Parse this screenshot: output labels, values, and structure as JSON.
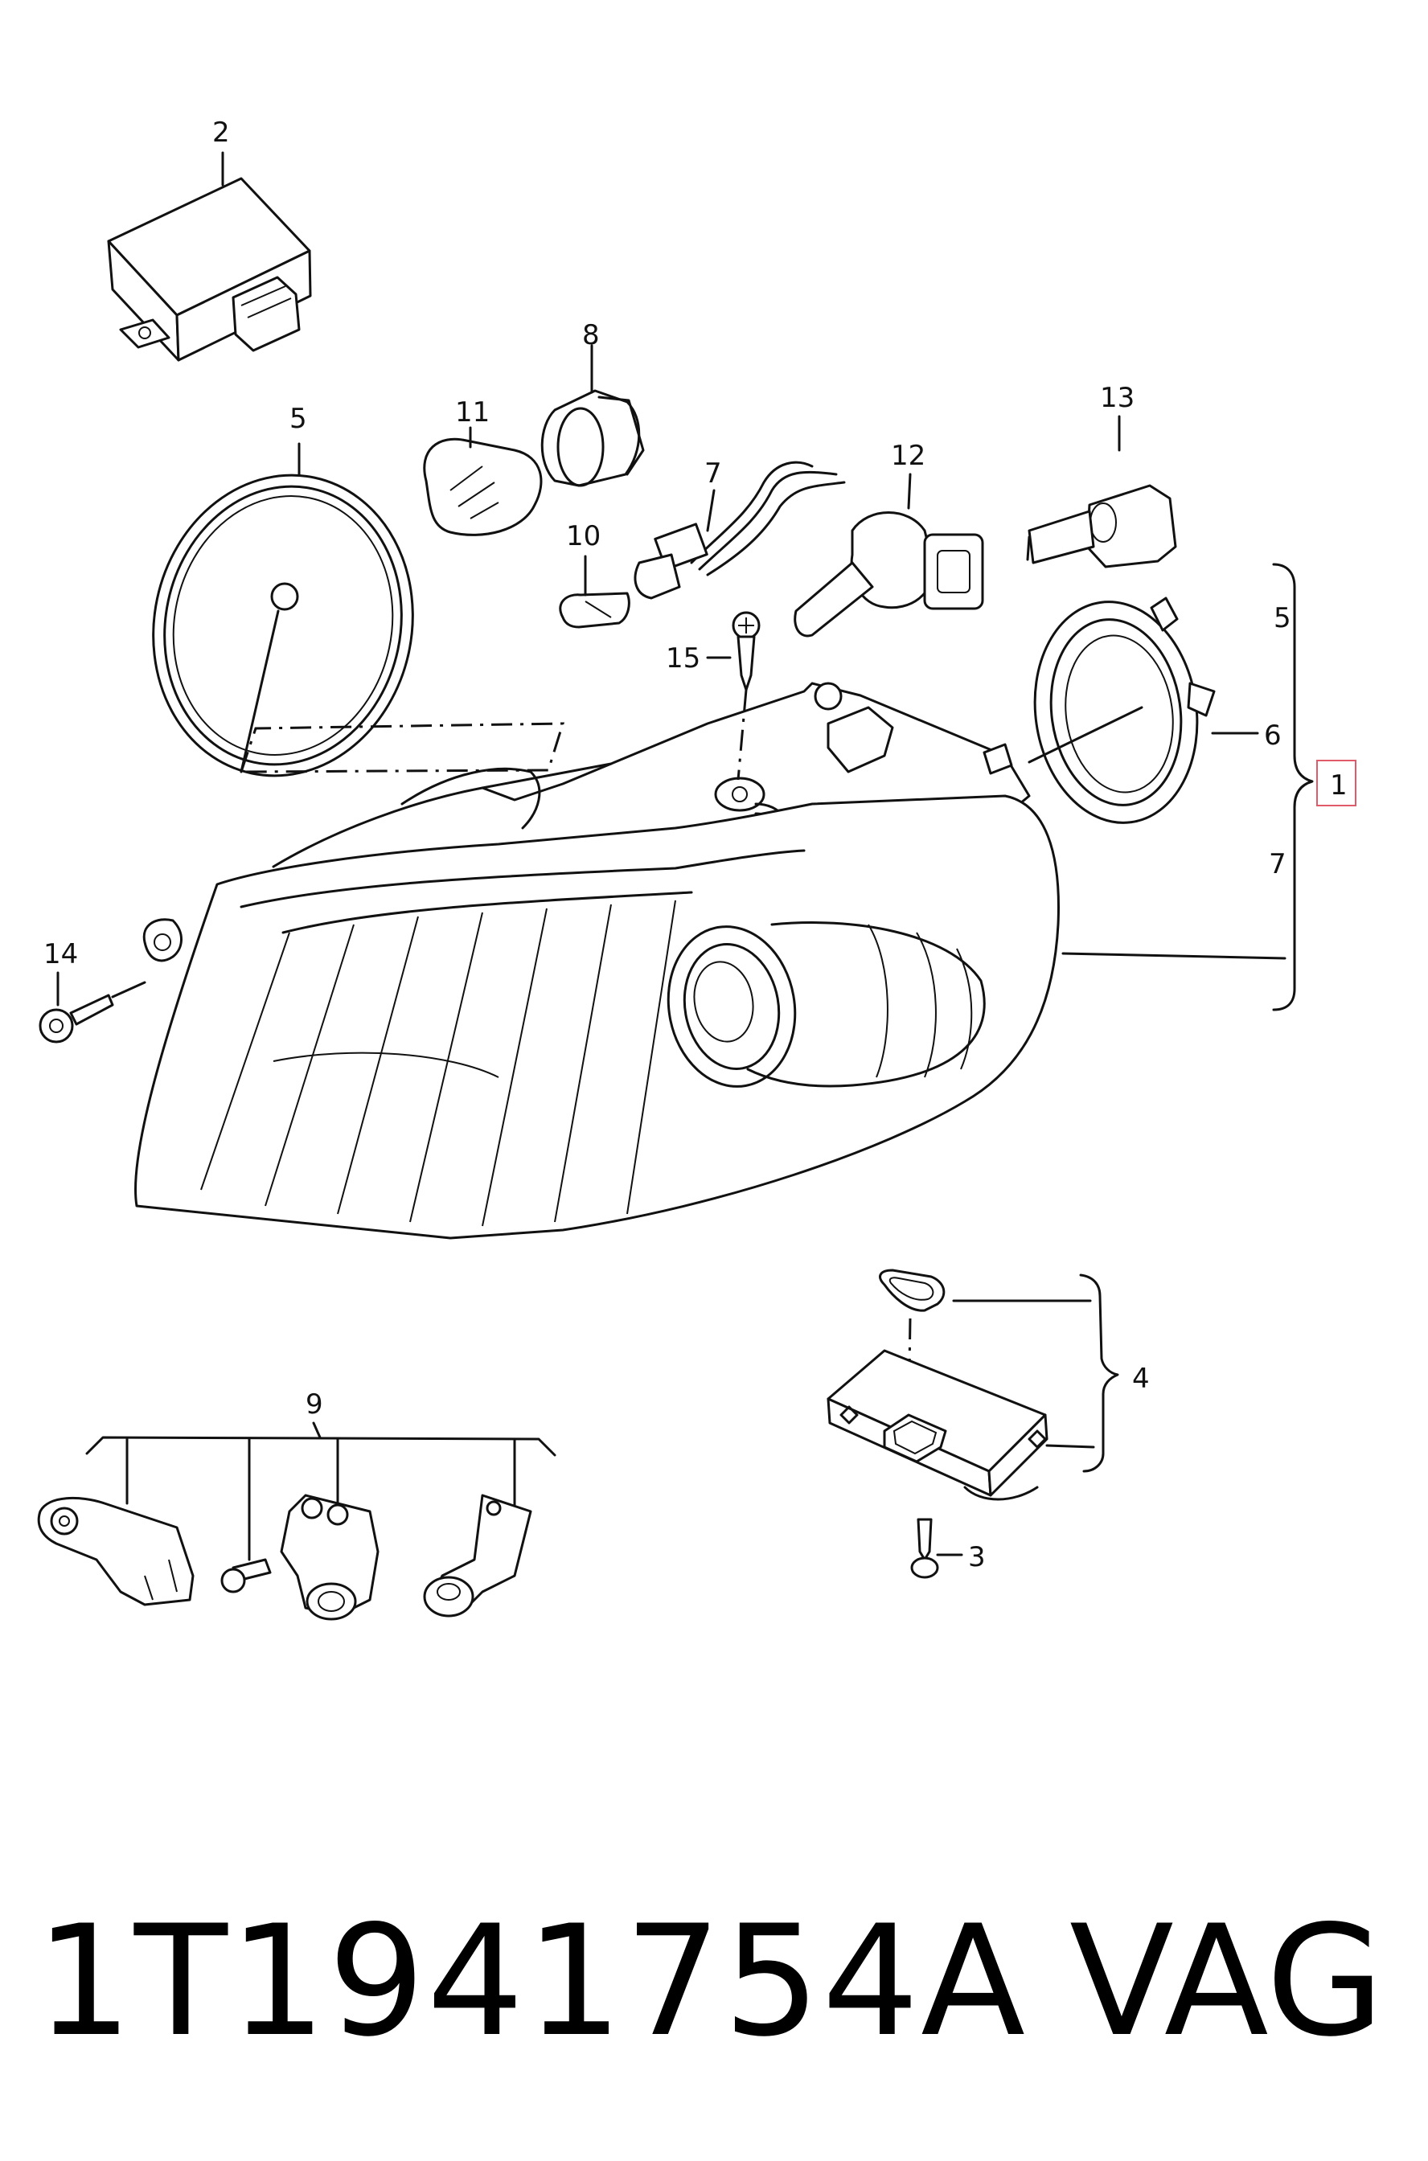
{
  "callouts": {
    "c1": "1",
    "c2": "2",
    "c3": "3",
    "c4": "4",
    "c5a": "5",
    "c5b": "5",
    "c6": "6",
    "c7a": "7",
    "c7b": "7",
    "c8": "8",
    "c9": "9",
    "c10": "10",
    "c11": "11",
    "c12": "12",
    "c13": "13",
    "c14": "14",
    "c15": "15"
  },
  "footer": {
    "part_number": "1T1941754A",
    "brand": "VAG"
  },
  "colors": {
    "line": "#111111",
    "highlight_box": "#e05a6a"
  }
}
